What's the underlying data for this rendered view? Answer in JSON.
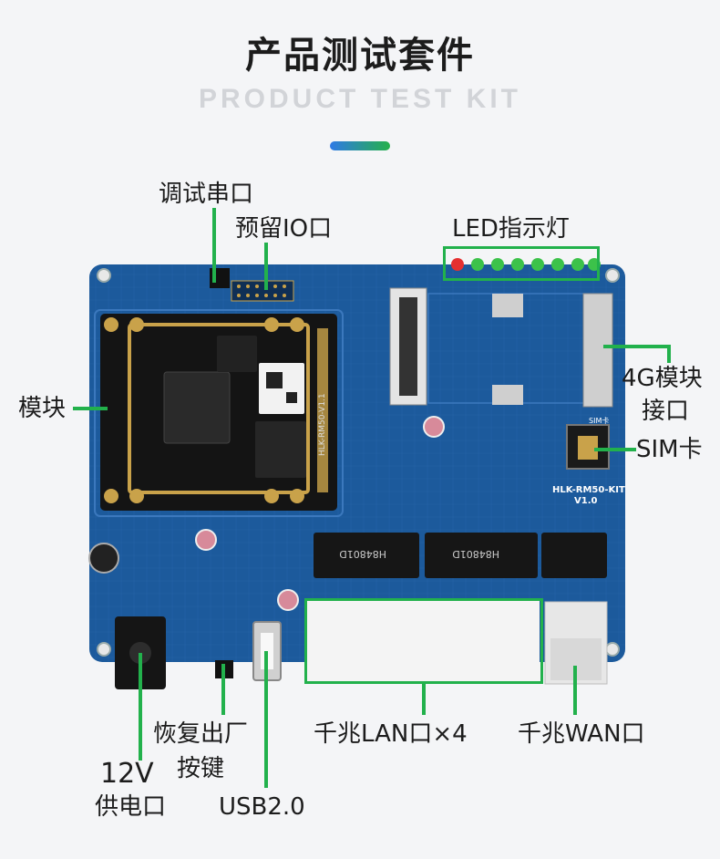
{
  "header": {
    "title": "产品测试套件",
    "subtitle": "PRODUCT TEST KIT"
  },
  "colors": {
    "accent_green": "#22b14c",
    "board_blue": "#1c5a9c",
    "module_black": "#141414",
    "gold": "#c9a24a"
  },
  "board": {
    "model": "HLK-RM50-KIT",
    "version": "V1.0",
    "module_print": "HLK-RM50-V1.1",
    "ethernet_chip_1": "H84801D",
    "ethernet_chip_2": "H84801D",
    "sim_print": "SIM卡"
  },
  "labels": {
    "debug_serial": "调试串口",
    "reserved_io": "预留IO口",
    "led_indicator": "LED指示灯",
    "module": "模块",
    "module_4g_line1": "4G模块",
    "module_4g_line2": "接口",
    "sim_card": "SIM卡",
    "factory_reset_line1": "恢复出厂",
    "factory_reset_line2": "按键",
    "power_line1": "12V",
    "power_line2": "供电口",
    "usb": "USB2.0",
    "gigabit_lan": "千兆LAN口×4",
    "gigabit_wan": "千兆WAN口"
  }
}
